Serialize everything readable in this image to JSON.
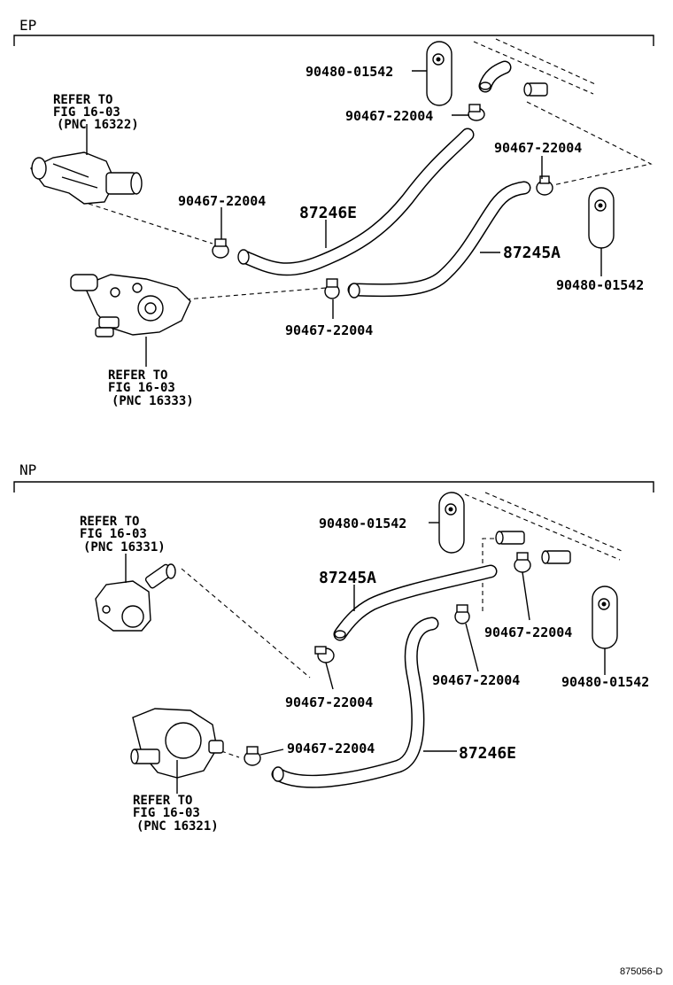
{
  "sections": {
    "ep": {
      "title": "EP"
    },
    "np": {
      "title": "NP"
    }
  },
  "labels": {
    "ep_grommet_top": "90480-01542",
    "ep_clamp_top": "90467-22004",
    "ep_clamp_right": "90467-22004",
    "ep_clamp_left": "90467-22004",
    "ep_clamp_bottom": "90467-22004",
    "ep_hose_e": "87246E",
    "ep_hose_a": "87245A",
    "ep_grommet_right": "90480-01542",
    "np_grommet_top": "90480-01542",
    "np_hose_a": "87245A",
    "np_clamp_right": "90467-22004",
    "np_clamp_mid": "90467-22004",
    "np_grommet_right": "90480-01542",
    "np_clamp_left": "90467-22004",
    "np_clamp_bottom": "90467-22004",
    "np_hose_e": "87246E"
  },
  "references": {
    "ep_upper": {
      "line1": "REFER TO",
      "line2": "FIG 16-03",
      "line3": "(PNC 16322)"
    },
    "ep_lower": {
      "line1": "REFER TO",
      "line2": "FIG 16-03",
      "line3": "(PNC 16333)"
    },
    "np_upper": {
      "line1": "REFER TO",
      "line2": "FIG 16-03",
      "line3": "(PNC 16331)"
    },
    "np_lower": {
      "line1": "REFER TO",
      "line2": "FIG 16-03",
      "line3": "(PNC 16321)"
    }
  },
  "figure_code": "875056-D"
}
